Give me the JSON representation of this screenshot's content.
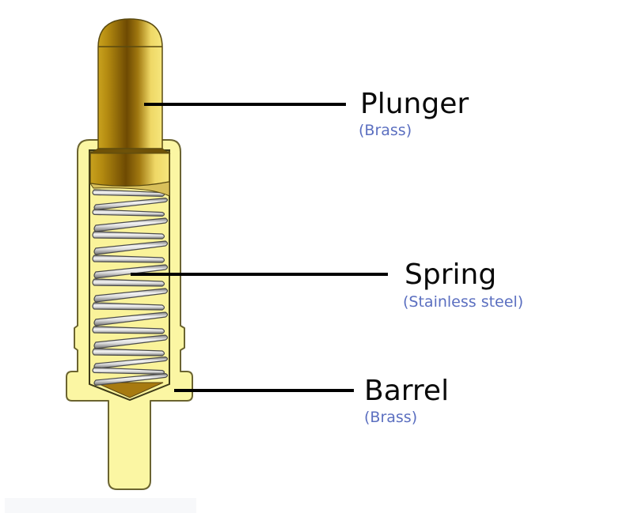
{
  "diagram": {
    "title": "Pogo pin cross-section",
    "parts": [
      {
        "id": "plunger",
        "name": "Plunger",
        "material": "(Brass)"
      },
      {
        "id": "spring",
        "name": "Spring",
        "material": "(Stainless steel)"
      },
      {
        "id": "barrel",
        "name": "Barrel",
        "material": "(Brass)"
      }
    ],
    "colors": {
      "barrel_fill": "#fbf6a3",
      "barrel_outline": "#6b6430",
      "plunger_gold_dark": "#7a5400",
      "plunger_gold_mid": "#c9a21e",
      "plunger_gold_light": "#f4e27a",
      "spring_light": "#f2f2f2",
      "spring_dark": "#8a8a8a",
      "leader_line": "#000000",
      "material_text": "#5b6fc0",
      "part_text": "#0a0a0a"
    }
  }
}
